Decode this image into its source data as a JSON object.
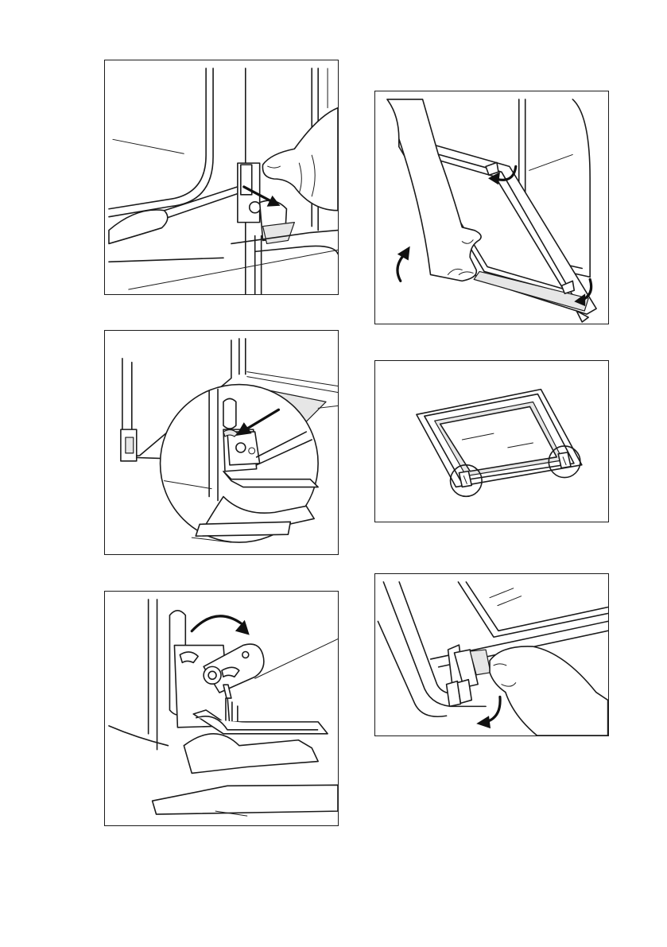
{
  "page": {
    "title": "",
    "page_number": ""
  },
  "figures": [
    {
      "id": "fig-1",
      "icon": "door-hinge-lever-press-illustration"
    },
    {
      "id": "fig-2",
      "icon": "door-hinge-lever-zoom-illustration"
    },
    {
      "id": "fig-3",
      "icon": "door-hinge-rotate-illustration"
    },
    {
      "id": "fig-4",
      "icon": "door-lift-off-illustration"
    },
    {
      "id": "fig-5",
      "icon": "door-laid-flat-illustration"
    },
    {
      "id": "fig-6",
      "icon": "door-trim-clip-release-illustration"
    }
  ],
  "colors": {
    "line": "#1a1a1a",
    "background": "#ffffff",
    "arrow": "#111111"
  }
}
